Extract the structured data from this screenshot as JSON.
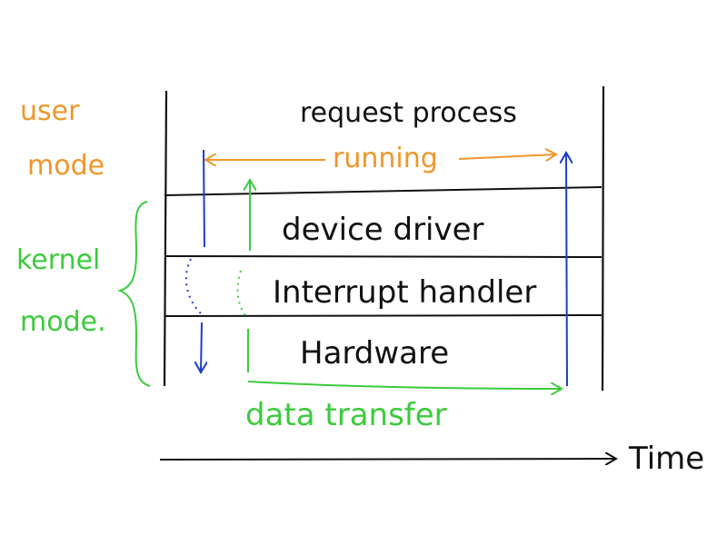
{
  "diagram": {
    "left_labels": {
      "user_mode_line1": "user",
      "user_mode_line2": "mode",
      "kernel_mode_line1": "kernel",
      "kernel_mode_line2": "mode."
    },
    "top_label": "request process",
    "running_label": "running",
    "layers": {
      "device_driver": "device driver",
      "interrupt_handler": "Interrupt handler",
      "hardware": "Hardware"
    },
    "data_transfer_label": "data transfer",
    "time_label": "Time"
  },
  "colors": {
    "ink": "#111111",
    "user_mode": "#f0962a",
    "kernel_mode": "#3ccb3c",
    "blue_arrow": "#1f3cc9"
  }
}
